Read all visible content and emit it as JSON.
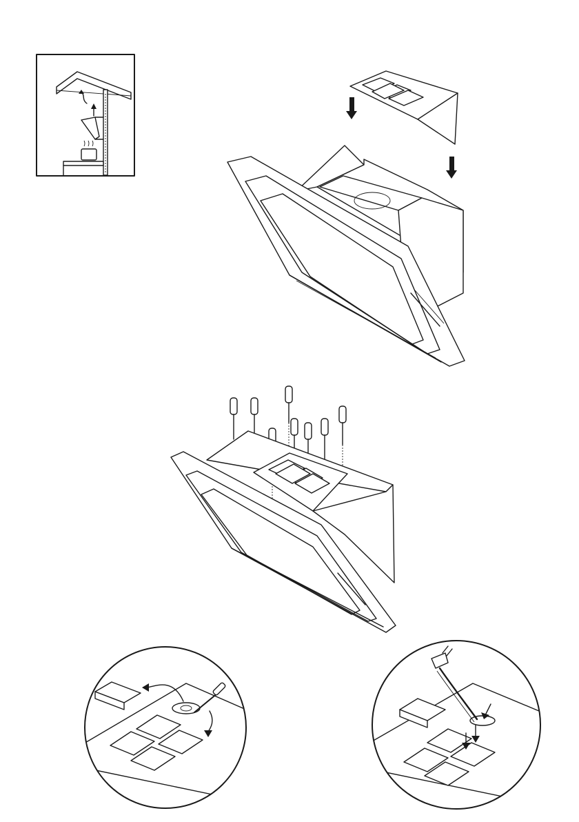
{
  "page": {
    "background": "#ffffff",
    "ink": "#1a1a1a"
  },
  "figures": [
    {
      "id": "recirculation-diagram",
      "icons": [
        "extraction-arrow-icon",
        "cooking-pot-icon"
      ]
    },
    {
      "id": "filter-plate-installation",
      "icons": [
        "down-arrow-icon"
      ]
    },
    {
      "id": "screw-fixing",
      "icons": [
        "screwdriver-icon"
      ]
    },
    {
      "id": "filter-removal-detail",
      "icons": [
        "carbon-filter-icon",
        "screwdriver-icon"
      ]
    },
    {
      "id": "power-cable-detail",
      "icons": [
        "power-plug-icon",
        "down-arrow-icon"
      ]
    }
  ]
}
